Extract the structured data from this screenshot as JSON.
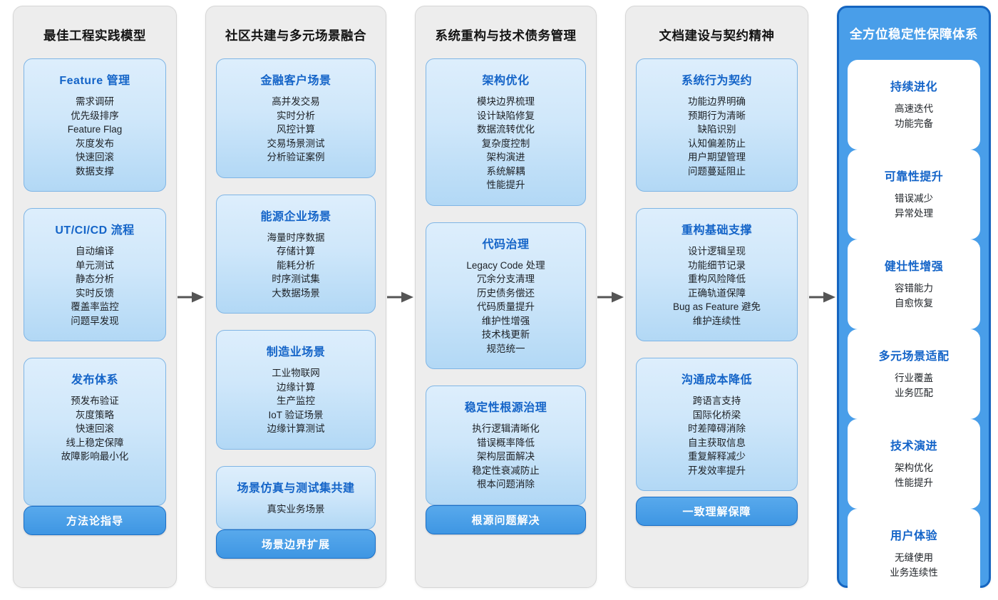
{
  "colors": {
    "page_bg": "#ffffff",
    "panel_bg": "#ededed",
    "panel_border": "#d6d6d6",
    "card_gradient_top": "#ddeefc",
    "card_gradient_bottom": "#b2d8f5",
    "card_border": "#7fb5e5",
    "card_title_blue": "#1464c8",
    "item_text": "#1d2126",
    "pill_bg": "#3e96e3",
    "pill_border": "#1b6fc6",
    "pill_text": "#ffffff",
    "highlight_panel_bg": "#499ee9",
    "highlight_panel_border": "#1565c0",
    "arrow": "#555555"
  },
  "columns": [
    {
      "title": "最佳工程实践模型",
      "highlight": false,
      "pill": "方法论指导",
      "cards": [
        {
          "title": "Feature 管理",
          "items": [
            "需求调研",
            "优先级排序",
            "Feature Flag",
            "灰度发布",
            "快速回滚",
            "数据支撑"
          ]
        },
        {
          "title": "UT/CI/CD 流程",
          "items": [
            "自动编译",
            "单元测试",
            "静态分析",
            "实时反馈",
            "覆盖率监控",
            "问题早发现"
          ]
        },
        {
          "title": "发布体系",
          "items": [
            "预发布验证",
            "灰度策略",
            "快速回滚",
            "线上稳定保障",
            "故障影响最小化"
          ]
        }
      ]
    },
    {
      "title": "社区共建与多元场景融合",
      "highlight": false,
      "pill": "场景边界扩展",
      "cards": [
        {
          "title": "金融客户场景",
          "items": [
            "高并发交易",
            "实时分析",
            "风控计算",
            "交易场景测试",
            "分析验证案例"
          ]
        },
        {
          "title": "能源企业场景",
          "items": [
            "海量时序数据",
            "存储计算",
            "能耗分析",
            "时序测试集",
            "大数据场景"
          ]
        },
        {
          "title": "制造业场景",
          "items": [
            "工业物联网",
            "边缘计算",
            "生产监控",
            "IoT 验证场景",
            "边缘计算测试"
          ]
        },
        {
          "title": "场景仿真与测试集共建",
          "items": [
            "真实业务场景"
          ]
        }
      ]
    },
    {
      "title": "系统重构与技术债务管理",
      "highlight": false,
      "pill": "根源问题解决",
      "cards": [
        {
          "title": "架构优化",
          "items": [
            "模块边界梳理",
            "设计缺陷修复",
            "数据流转优化",
            "复杂度控制",
            "架构演进",
            "系统解耦",
            "性能提升"
          ]
        },
        {
          "title": "代码治理",
          "items": [
            "Legacy Code 处理",
            "冗余分支清理",
            "历史债务偿还",
            "代码质量提升",
            "维护性增强",
            "技术栈更新",
            "规范统一"
          ]
        },
        {
          "title": "稳定性根源治理",
          "items": [
            "执行逻辑清晰化",
            "错误概率降低",
            "架构层面解决",
            "稳定性衰减防止",
            "根本问题消除"
          ]
        }
      ]
    },
    {
      "title": "文档建设与契约精神",
      "highlight": false,
      "pill": "一致理解保障",
      "cards": [
        {
          "title": "系统行为契约",
          "items": [
            "功能边界明确",
            "预期行为清晰",
            "缺陷识别",
            "认知偏差防止",
            "用户期望管理",
            "问题蔓延阻止"
          ]
        },
        {
          "title": "重构基础支撑",
          "items": [
            "设计逻辑呈现",
            "功能细节记录",
            "重构风险降低",
            "正确轨道保障",
            "Bug as Feature 避免",
            "维护连续性"
          ]
        },
        {
          "title": "沟通成本降低",
          "items": [
            "跨语言支持",
            "国际化桥梁",
            "时差障碍消除",
            "自主获取信息",
            "重复解释减少",
            "开发效率提升"
          ]
        }
      ]
    },
    {
      "title": "全方位稳定性保障体系",
      "highlight": true,
      "pill": null,
      "cards": [
        {
          "title": "持续进化",
          "items": [
            "高速迭代",
            "功能完备"
          ]
        },
        {
          "title": "可靠性提升",
          "items": [
            "错误减少",
            "异常处理"
          ]
        },
        {
          "title": "健壮性增强",
          "items": [
            "容错能力",
            "自愈恢复"
          ]
        },
        {
          "title": "多元场景适配",
          "items": [
            "行业覆盖",
            "业务匹配"
          ]
        },
        {
          "title": "技术演进",
          "items": [
            "架构优化",
            "性能提升"
          ]
        },
        {
          "title": "用户体验",
          "items": [
            "无缝使用",
            "业务连续性"
          ]
        }
      ]
    }
  ]
}
